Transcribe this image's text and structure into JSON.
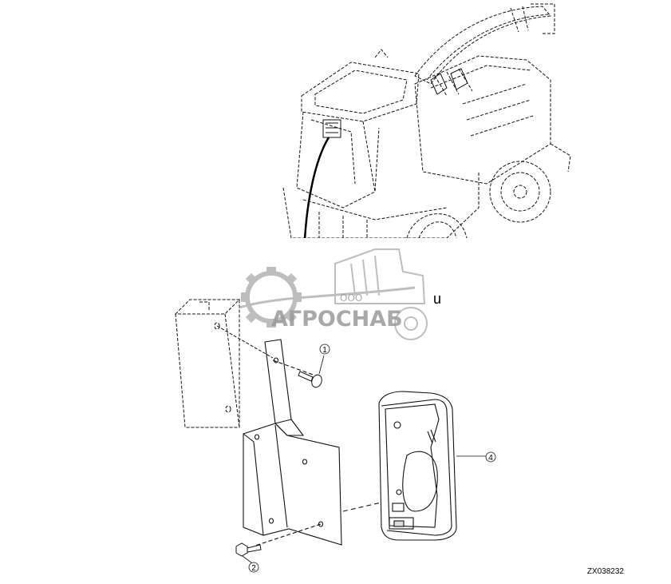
{
  "figure": {
    "code": "ZX038232",
    "callouts": [
      "1",
      "2",
      "4"
    ],
    "stray_text": "u"
  },
  "watermark": {
    "prefix": "ООО",
    "name": "АГРОСНАБ",
    "color": "#9a9a9a"
  }
}
